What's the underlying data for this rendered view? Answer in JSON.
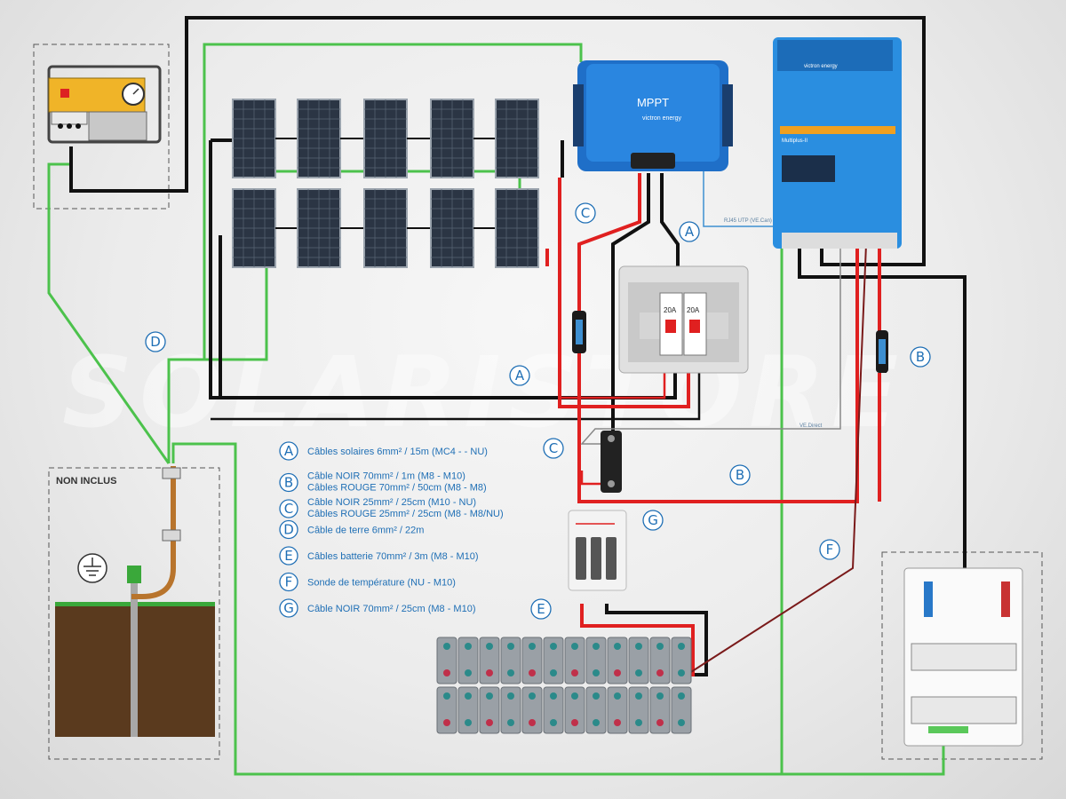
{
  "watermark": "SOLARISTORE",
  "mppt": {
    "title": "MPPT",
    "brand": "victron energy"
  },
  "inverter": {
    "brand": "victron energy",
    "model": "Multiplus-II"
  },
  "breakers": {
    "left": "20A",
    "right": "20A"
  },
  "labels": {
    "rj45": "RJ45 UTP (VE.Can)",
    "vedirect": "VE.Direct",
    "non_inclus": "NON INCLUS"
  },
  "legend": [
    {
      "letter": "A",
      "lines": [
        "Câbles solaires 6mm² / 15m (MC4 - - NU)"
      ]
    },
    {
      "letter": "B",
      "lines": [
        "Câble NOIR 70mm² / 1m (M8 - M10)",
        "Câbles ROUGE 70mm² / 50cm (M8 - M8)"
      ]
    },
    {
      "letter": "C",
      "lines": [
        "Câble NOIR 25mm² / 25cm (M10 - NU)",
        "Câbles ROUGE 25mm² / 25cm (M8 - M8/NU)"
      ]
    },
    {
      "letter": "D",
      "lines": [
        "Câble de terre 6mm² / 22m"
      ]
    },
    {
      "letter": "E",
      "lines": [
        "Câbles batterie 70mm² / 3m (M8 - M10)"
      ]
    },
    {
      "letter": "F",
      "lines": [
        "Sonde de température (NU - M10)"
      ]
    },
    {
      "letter": "G",
      "lines": [
        "Câble NOIR 70mm² / 25cm (M8 - M10)"
      ]
    }
  ],
  "callouts": [
    {
      "letter": "A"
    },
    {
      "letter": "A"
    },
    {
      "letter": "B"
    },
    {
      "letter": "B"
    },
    {
      "letter": "C"
    },
    {
      "letter": "C"
    },
    {
      "letter": "D"
    },
    {
      "letter": "E"
    },
    {
      "letter": "F"
    },
    {
      "letter": "G"
    }
  ],
  "colors": {
    "ground": "#4cc24c",
    "positive": "#e02020",
    "negative": "#111111",
    "accent": "#1f6fb5",
    "victron": "#2a82d8"
  }
}
